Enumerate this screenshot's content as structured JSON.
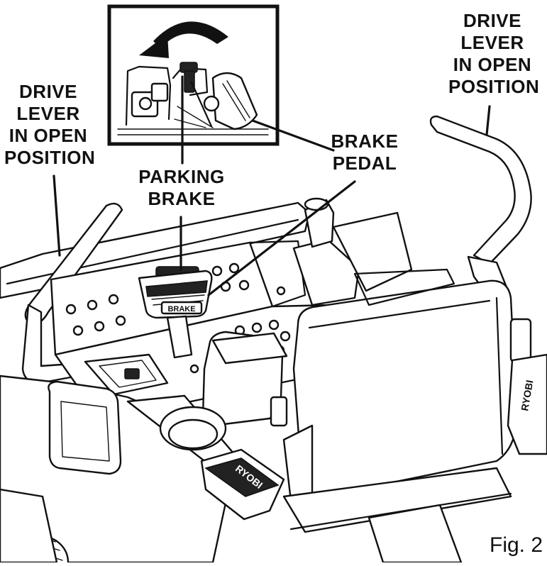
{
  "labels": {
    "drive_lever_left": [
      "DRIVE",
      "LEVER",
      "IN OPEN",
      "POSITION"
    ],
    "drive_lever_right": [
      "DRIVE",
      "LEVER",
      "IN OPEN",
      "POSITION"
    ],
    "parking_brake": [
      "PARKING",
      "BRAKE"
    ],
    "brake_pedal": [
      "BRAKE",
      "PEDAL"
    ]
  },
  "pedal_text": "BRAKE",
  "brand_text": "RYOBI",
  "figure_caption": "Fig. 2",
  "colors": {
    "ink": "#111111",
    "background": "#ffffff",
    "shade": "#bdbdbd"
  }
}
